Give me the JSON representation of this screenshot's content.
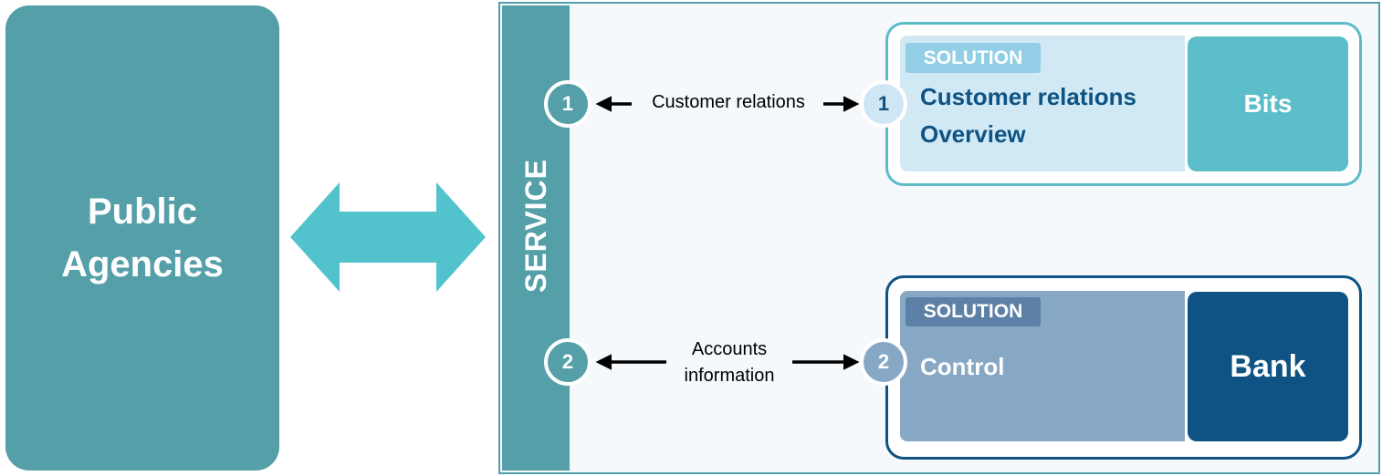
{
  "colors": {
    "teal": "#559fa9",
    "arrow_teal": "#52c3cc",
    "light_blue": "#d1e9f5",
    "bits": "#5bbec9",
    "steel_blue": "#87a8c5",
    "navy": "#0e5383",
    "frame_bg": "#f5f9fb"
  },
  "agencies": {
    "title": "Public\nAgencies"
  },
  "service": {
    "label": "SERVICE"
  },
  "links": [
    {
      "number_left": "1",
      "number_right": "1",
      "label": "Customer relations"
    },
    {
      "number_left": "2",
      "number_right": "2",
      "label": "Accounts information"
    }
  ],
  "solutions": [
    {
      "badge": "SOLUTION",
      "title": "Customer relations\nOverview",
      "provider": "Bits"
    },
    {
      "badge": "SOLUTION",
      "title": "Control",
      "provider": "Bank"
    }
  ],
  "icons": [
    "double-arrow-icon",
    "left-arrow-icon",
    "right-arrow-icon"
  ]
}
